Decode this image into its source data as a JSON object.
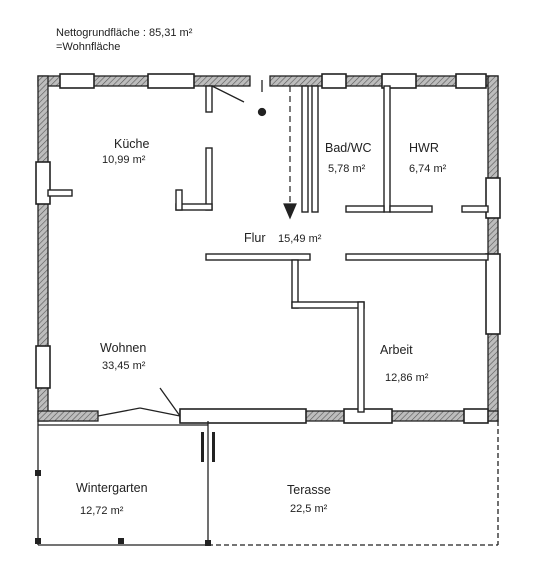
{
  "header": {
    "line1": "Nettogrundfläche : 85,31 m²",
    "line2": "=Wohnfläche"
  },
  "rooms": {
    "kueche": {
      "name": "Küche",
      "area": "10,99 m²"
    },
    "bad": {
      "name": "Bad/WC",
      "area": "5,78 m²"
    },
    "hwr": {
      "name": "HWR",
      "area": "6,74 m²"
    },
    "flur": {
      "name": "Flur",
      "area": "15,49 m²"
    },
    "wohnen": {
      "name": "Wohnen",
      "area": "33,45 m²"
    },
    "arbeit": {
      "name": "Arbeit",
      "area": "12,86 m²"
    },
    "wintergarten": {
      "name": "Wintergarten",
      "area": "12,72 m²"
    },
    "terasse": {
      "name": "Terasse",
      "area": "22,5 m²"
    }
  },
  "colors": {
    "ink": "#222222",
    "wall_fill": "#9a9a9a",
    "paper": "#ffffff"
  }
}
